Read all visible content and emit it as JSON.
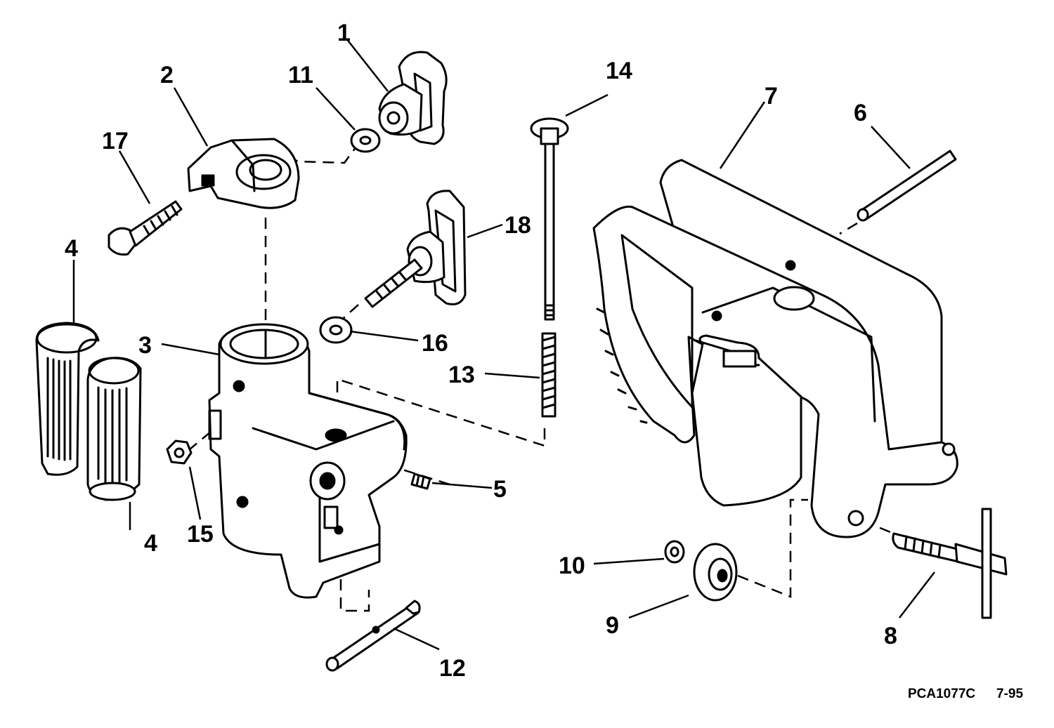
{
  "callouts": {
    "c1": "1",
    "c2": "2",
    "c3": "3",
    "c4a": "4",
    "c4b": "4",
    "c5": "5",
    "c6": "6",
    "c7": "7",
    "c8": "8",
    "c9": "9",
    "c10": "10",
    "c11": "11",
    "c12": "12",
    "c13": "13",
    "c14": "14",
    "c15": "15",
    "c16": "16",
    "c17": "17",
    "c18": "18"
  },
  "footer": {
    "part_code": "PCA1077C",
    "date_code": "7-95"
  }
}
